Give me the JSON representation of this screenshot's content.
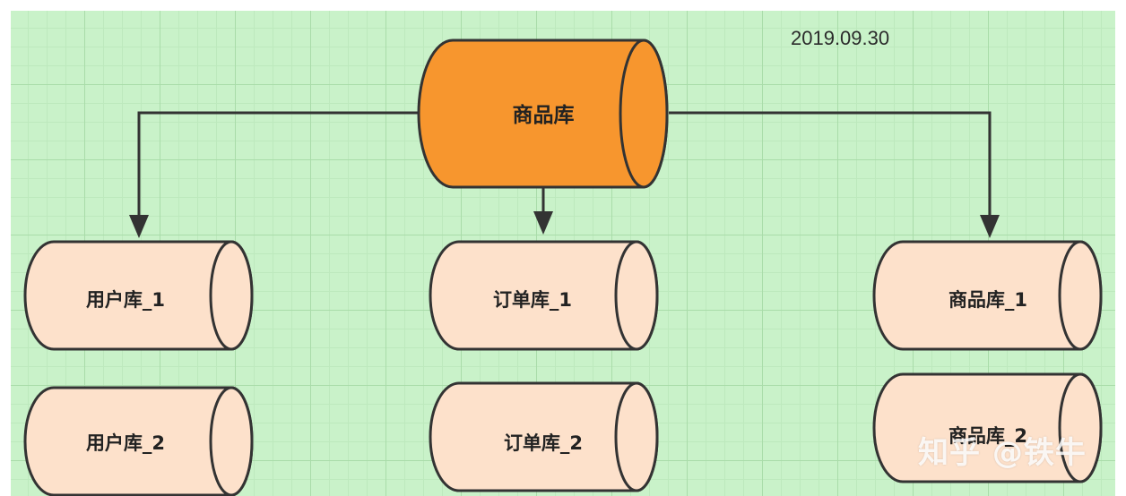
{
  "date": "2019.09.30",
  "watermark": "知乎 @铁牛",
  "colors": {
    "master_fill": "#f7962e",
    "replica_fill": "#fde1cb",
    "stroke": "#333333",
    "grid_background": "#c9f2c9"
  },
  "master": {
    "label": "商品库"
  },
  "replicas": [
    {
      "name": "user-db-1",
      "label": "用户库_1",
      "shard_of": "用户库"
    },
    {
      "name": "user-db-2",
      "label": "用户库_2",
      "shard_of": "用户库"
    },
    {
      "name": "order-db-1",
      "label": "订单库_1",
      "shard_of": "订单库"
    },
    {
      "name": "order-db-2",
      "label": "订单库_2",
      "shard_of": "订单库"
    },
    {
      "name": "product-db-1",
      "label": "商品库_1",
      "shard_of": "商品库"
    },
    {
      "name": "product-db-2",
      "label": "商品库_2",
      "shard_of": "商品库"
    }
  ]
}
